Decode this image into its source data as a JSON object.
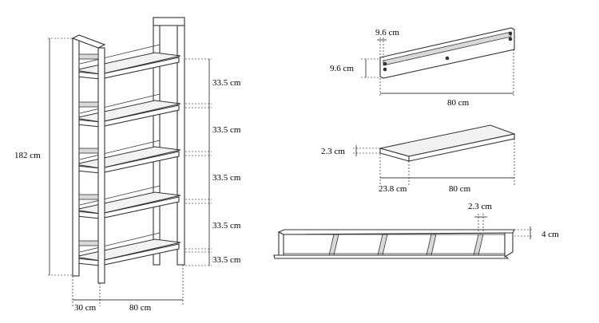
{
  "shelf_unit": {
    "dims": {
      "height": "182 cm",
      "depth": "30 cm",
      "width": "80 cm",
      "spacing": [
        "33.5 cm",
        "33.5 cm",
        "33.5 cm",
        "33.5 cm",
        "33.5 cm"
      ]
    }
  },
  "back_rail": {
    "dims": {
      "thickness": "9.6  cm",
      "height": "9.6  cm",
      "length": "80 cm"
    }
  },
  "shelf_board": {
    "dims": {
      "thickness": "2.3 cm",
      "depth": "23.8 cm",
      "length": "80 cm"
    }
  },
  "side_frame": {
    "dims": {
      "bar": "2.3 cm",
      "height": "4 cm"
    }
  }
}
